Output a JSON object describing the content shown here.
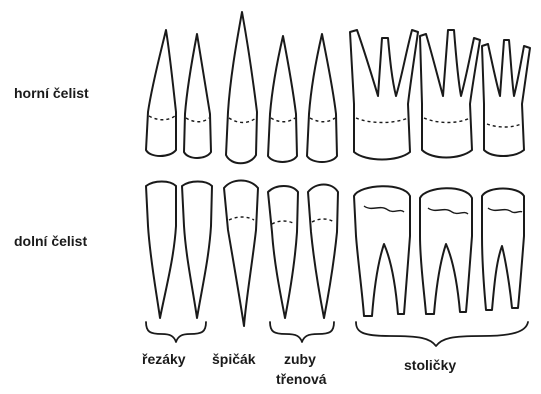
{
  "rows": {
    "upper": "horní čelist",
    "lower": "dolní čelist"
  },
  "groups": {
    "incisors": "řezáky",
    "canine": "špičák",
    "premolars_line1": "zuby",
    "premolars_line2": "třenová",
    "molars": "stoličky"
  },
  "colors": {
    "ink": "#1a1a1a",
    "paper": "#ffffff"
  }
}
